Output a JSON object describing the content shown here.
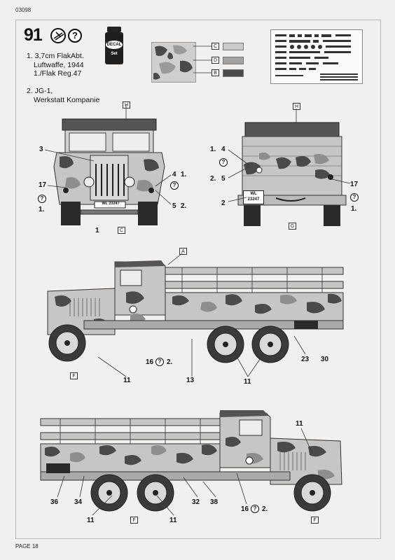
{
  "header": {
    "code": "03098"
  },
  "step": {
    "number": "91",
    "help_icon": "question-icon",
    "glue_icon": "stencil-icon"
  },
  "decal": {
    "top": "DECAL",
    "bottom": "Set"
  },
  "swatches": [
    {
      "letter": "C",
      "color": "#c9c9c9"
    },
    {
      "letter": "D",
      "color": "#a2a2a2"
    },
    {
      "letter": "B",
      "color": "#4a4a4a"
    }
  ],
  "options": {
    "o1": {
      "l1": "1. 3,7cm FlakAbt.",
      "l2": "Luftwaffe, 1944",
      "l3": "1./Flak Reg.47"
    },
    "o2": {
      "l1": "2. JG-1,",
      "l2": "Werkstatt Kompanie"
    }
  },
  "markers": {
    "h": "H",
    "a": "A",
    "c": "C",
    "g": "G",
    "f": "F"
  },
  "front": {
    "n3": "3",
    "n17": "17",
    "n1b": "1.",
    "n4": "4",
    "n1": "1.",
    "n5": "5",
    "n2": "2.",
    "n1c": "1",
    "plate": "WL 23247"
  },
  "rear": {
    "n1": "1.",
    "n4": "4",
    "n2": "2.",
    "n5": "5",
    "n17": "17",
    "n1b": "1.",
    "n2b": "2",
    "plate1": "WL",
    "plate2": "23247"
  },
  "side1": {
    "n16": "16",
    "n2": "2.",
    "n11a": "11",
    "n13": "13",
    "n11b": "11",
    "n23": "23",
    "n30": "30"
  },
  "side2": {
    "n11": "11",
    "n36": "36",
    "n34": "34",
    "n32": "32",
    "n38": "38",
    "n16": "16",
    "n2": "2.",
    "n11a": "11",
    "n11b": "11"
  },
  "footer": {
    "page": "PAGE 18"
  }
}
